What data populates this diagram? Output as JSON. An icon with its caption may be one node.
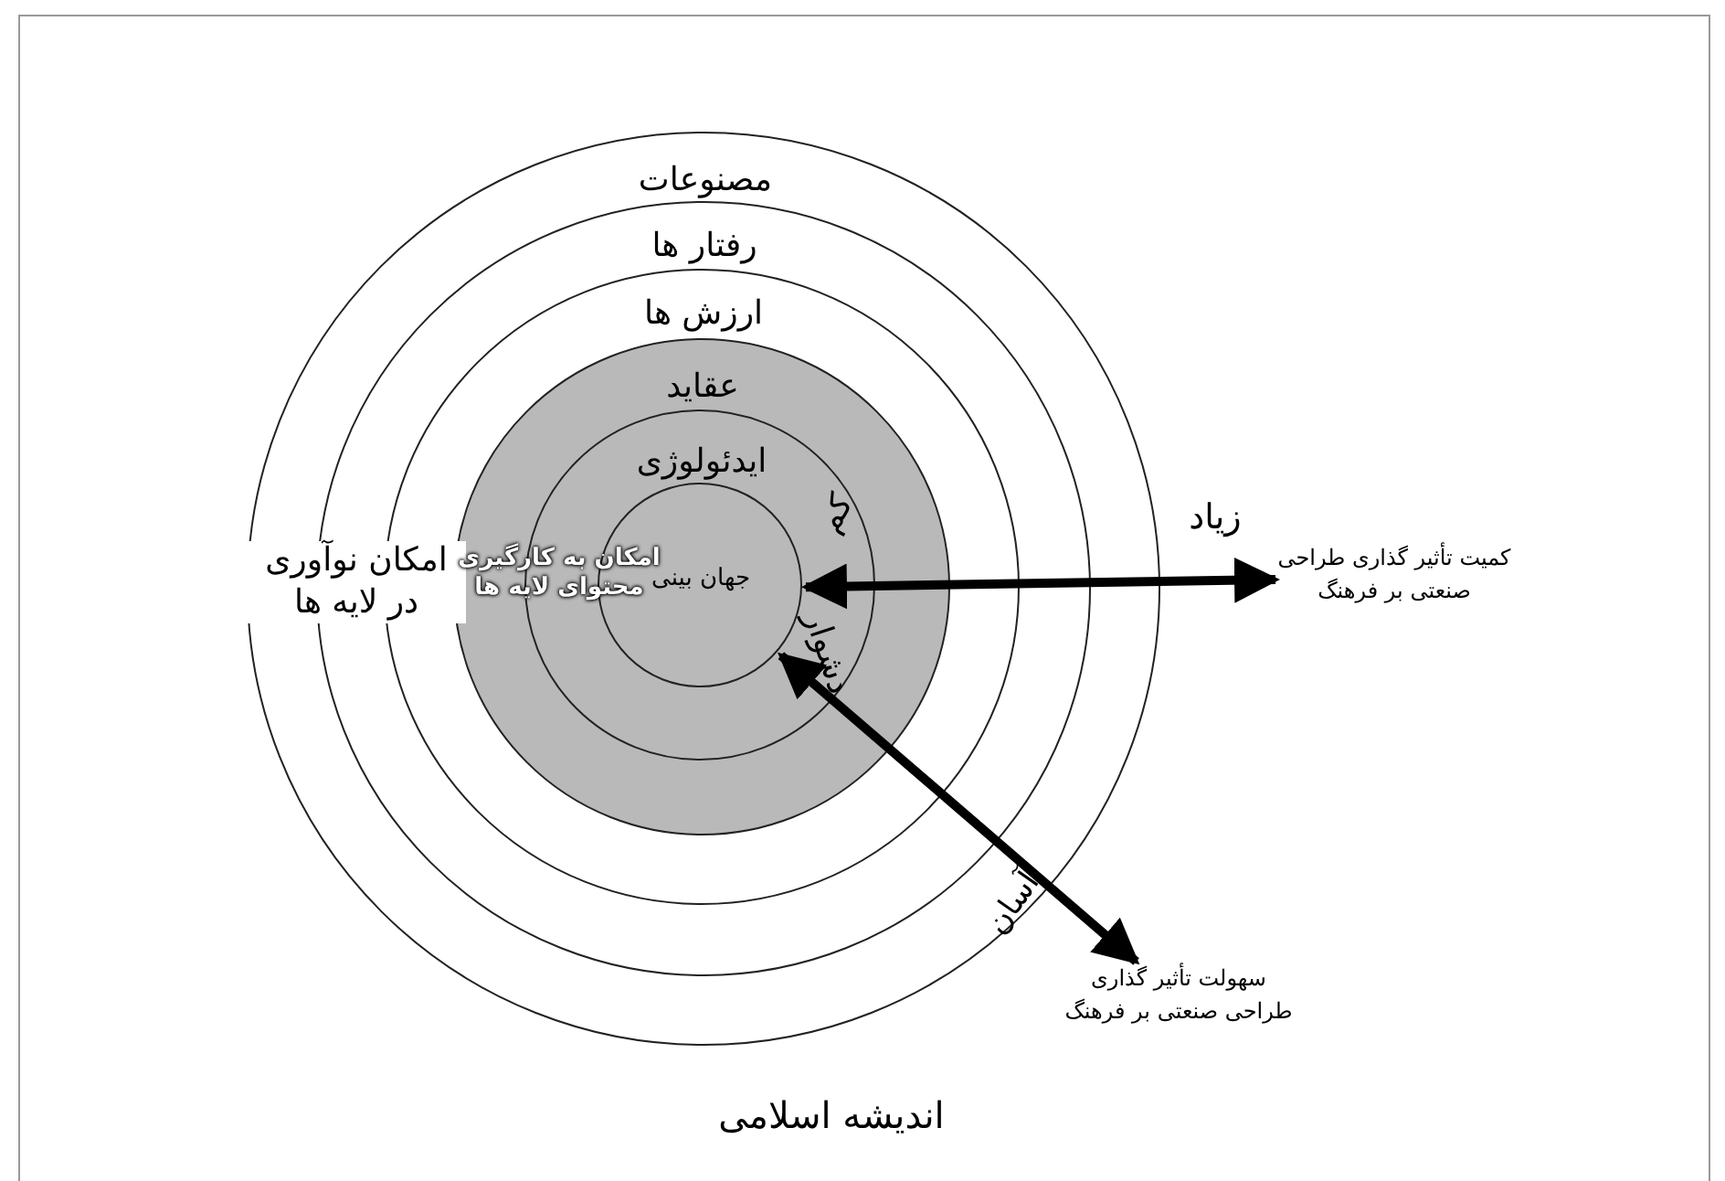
{
  "diagram": {
    "nodes": [
      {
        "text": [
          "مصنوعات"
        ]
      },
      {
        "text": [
          "رفتار ها"
        ],
        "in": 0
      },
      {
        "text": [
          "ارزش ها"
        ],
        "in": 1
      },
      {
        "text": [
          "عقاید"
        ],
        "in": 2
      },
      {
        "text": [
          "ایدئولوژی"
        ],
        "in": 3
      },
      {
        "text": [
          "جهان بینی"
        ],
        "in": 4
      },
      {
        "text": [
          "کمیت تأثیر گذاری طراحی صنعتی بر فرهنگ"
        ]
      },
      {
        "text": [
          "سهولت تأثیر گذاری طراحی صنعتی بر فرهنگ"
        ]
      }
    ],
    "edges": [
      {
        "from": 5,
        "to": 6,
        "arrow": "both"
      },
      {
        "from": 5,
        "to": 7,
        "arrow": "both"
      }
    ],
    "labels": [
      "امکان نوآوری در لایه ها",
      "امکان به کارگیری محتوای لایه ها",
      "کم",
      "زیاد",
      "دشوار",
      "آسان",
      "اندیشه اسلامی"
    ]
  }
}
